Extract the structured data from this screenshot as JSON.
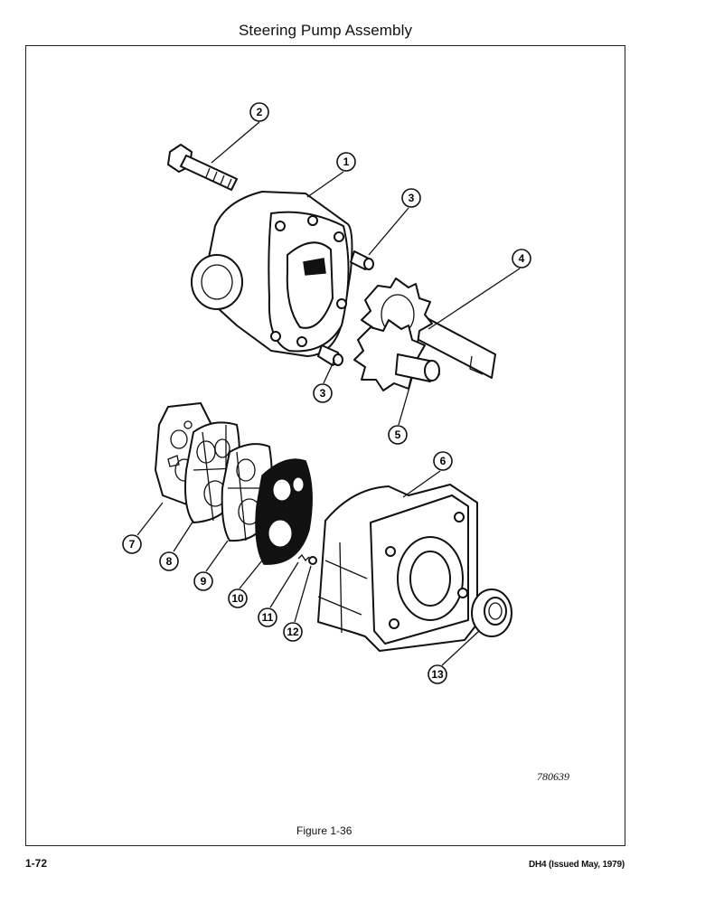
{
  "page_title": "Steering Pump Assembly",
  "figure_caption": "Figure 1-36",
  "drawing_number": "780639",
  "page_number": "1-72",
  "issue_note": "DH4 (Issued May, 1979)",
  "callouts": [
    {
      "id": "callout-1",
      "label": "1"
    },
    {
      "id": "callout-2",
      "label": "2"
    },
    {
      "id": "callout-3a",
      "label": "3"
    },
    {
      "id": "callout-3b",
      "label": "3"
    },
    {
      "id": "callout-4",
      "label": "4"
    },
    {
      "id": "callout-5",
      "label": "5"
    },
    {
      "id": "callout-6",
      "label": "6"
    },
    {
      "id": "callout-7",
      "label": "7"
    },
    {
      "id": "callout-8",
      "label": "8"
    },
    {
      "id": "callout-9",
      "label": "9"
    },
    {
      "id": "callout-10",
      "label": "10"
    },
    {
      "id": "callout-11",
      "label": "11"
    },
    {
      "id": "callout-12",
      "label": "12"
    },
    {
      "id": "callout-13",
      "label": "13"
    }
  ]
}
